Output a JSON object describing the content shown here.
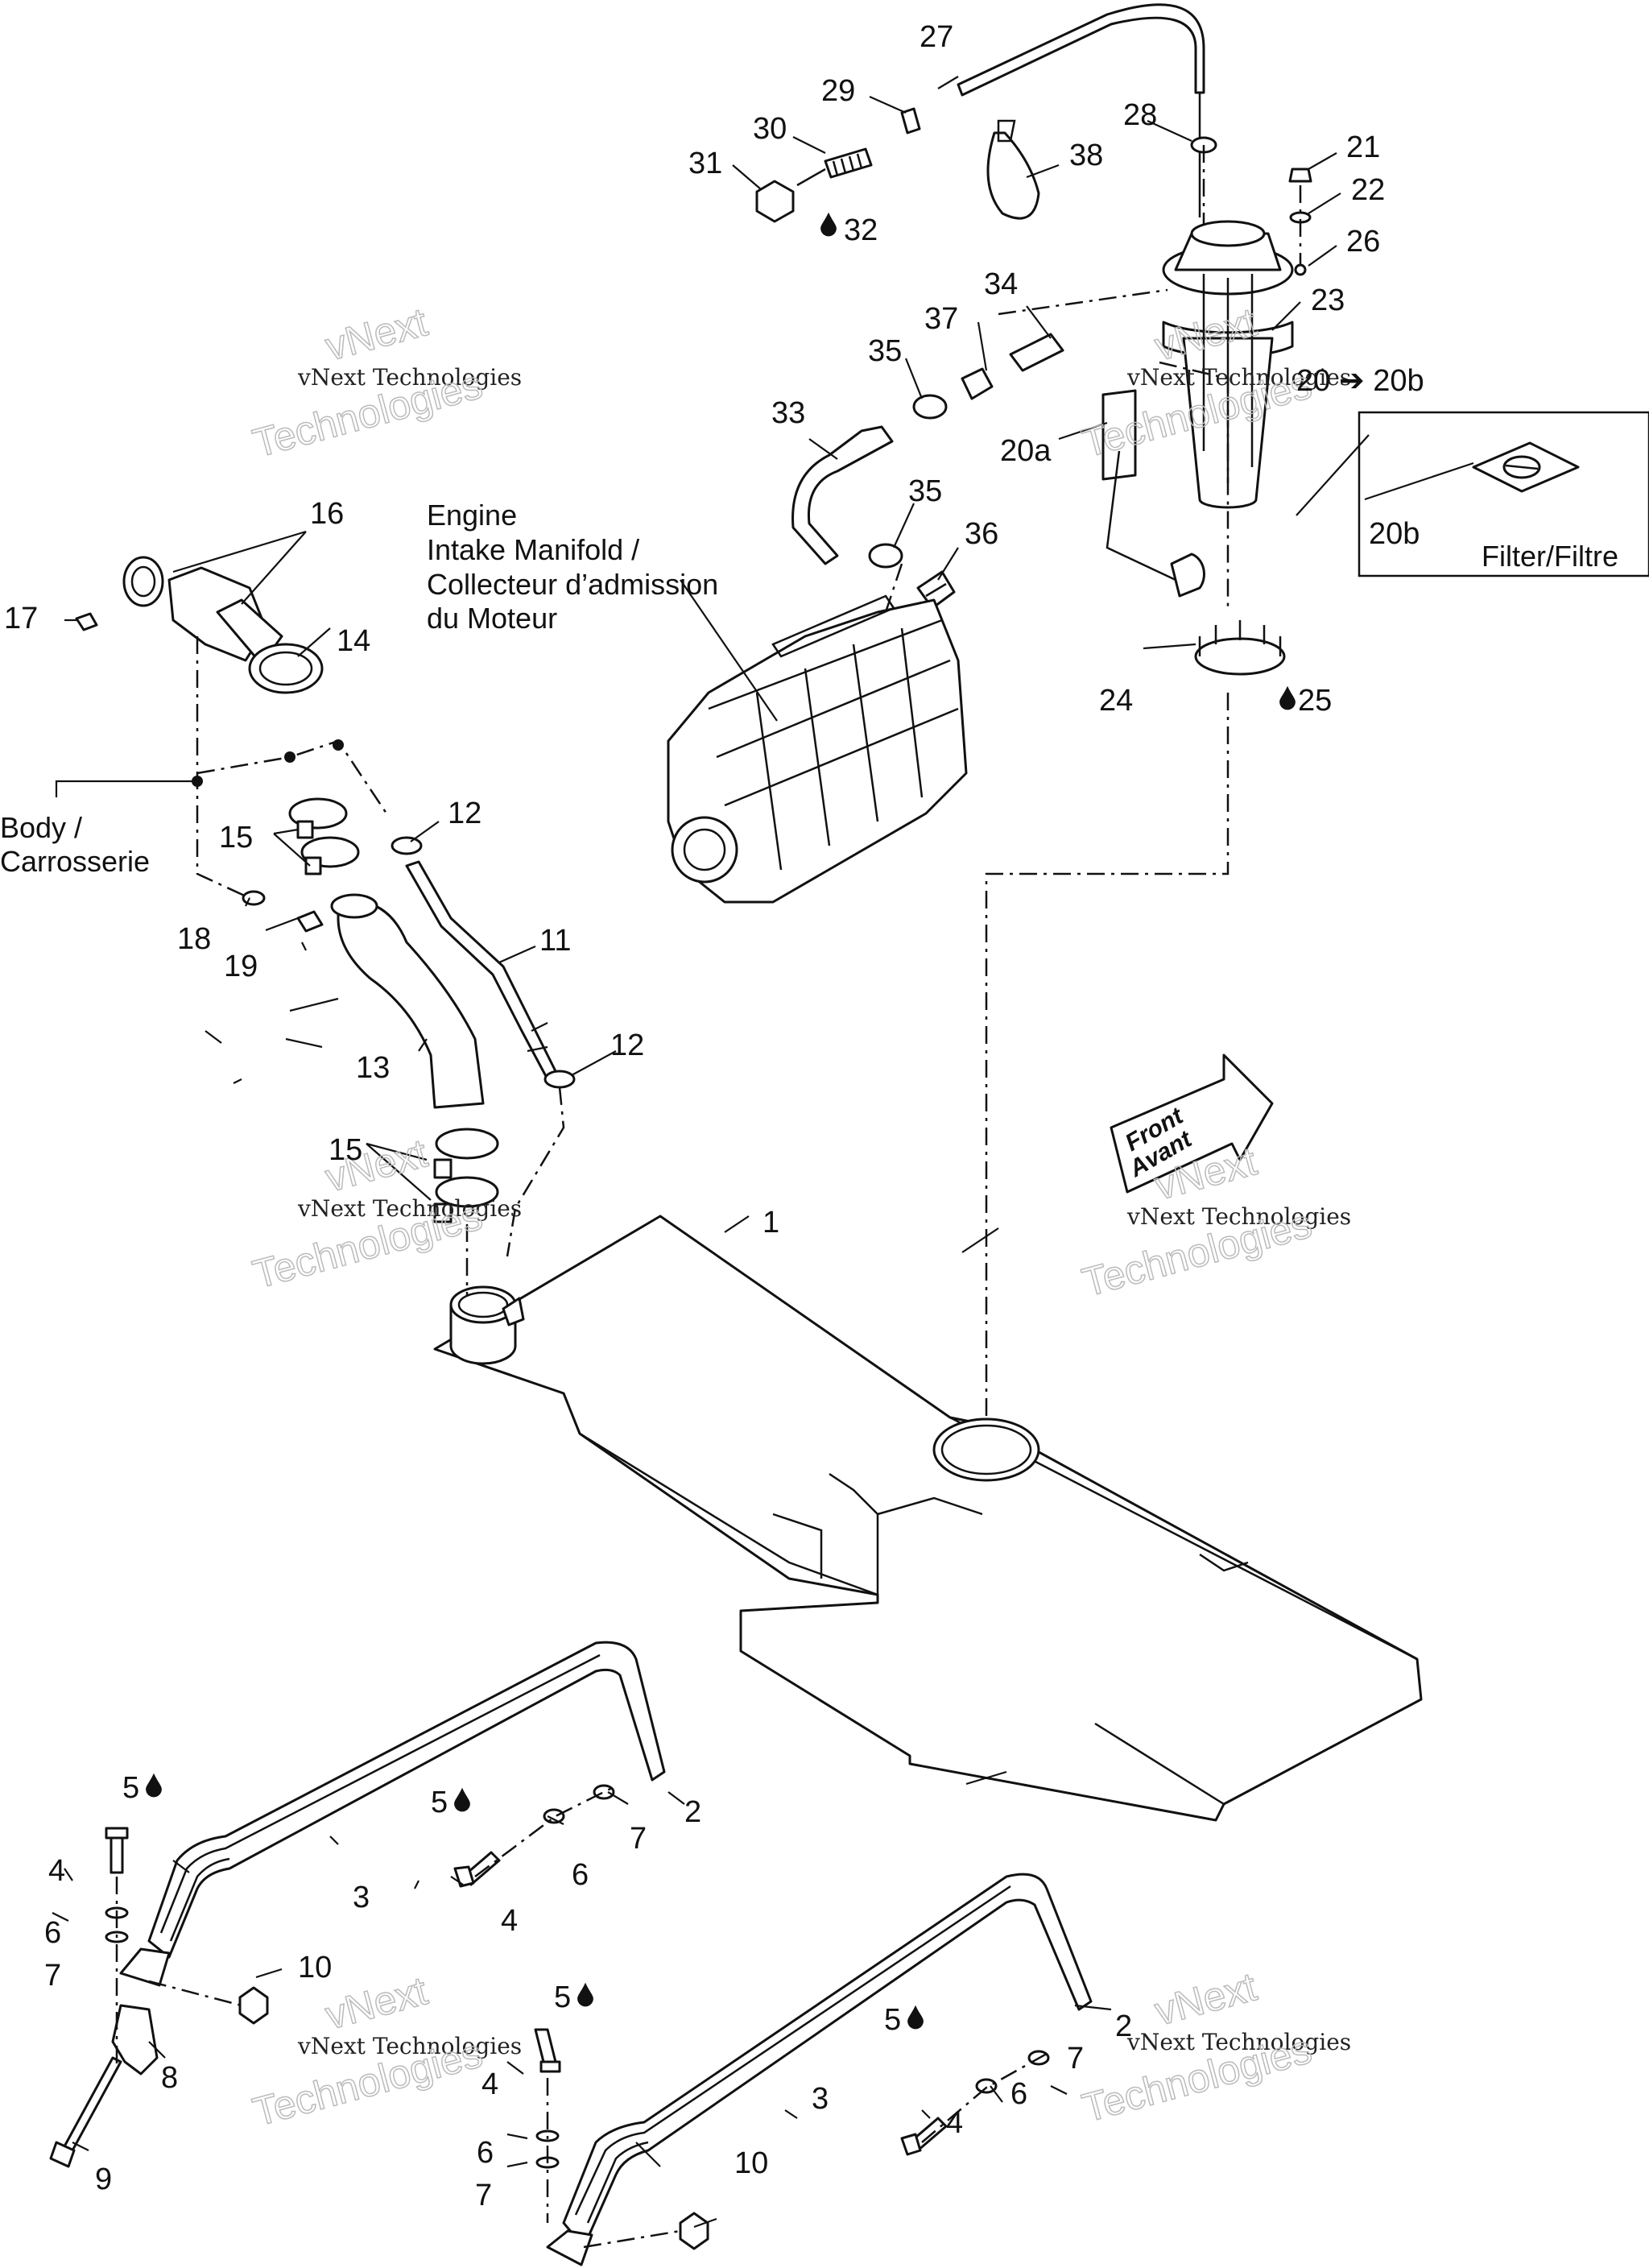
{
  "callouts": {
    "c1": "1",
    "c2a": "2",
    "c2b": "2",
    "c3a": "3",
    "c3b": "3",
    "c4a": "4",
    "c4b": "4",
    "c4c": "4",
    "c4d": "4",
    "c5a": "5",
    "c5b": "5",
    "c5c": "5",
    "c5d": "5",
    "c6a": "6",
    "c6b": "6",
    "c6c": "6",
    "c6d": "6",
    "c7a": "7",
    "c7b": "7",
    "c7c": "7",
    "c7d": "7",
    "c8": "8",
    "c9": "9",
    "c10a": "10",
    "c10b": "10",
    "c11": "11",
    "c12a": "12",
    "c12b": "12",
    "c13": "13",
    "c14": "14",
    "c15a": "15",
    "c15b": "15",
    "c16": "16",
    "c17": "17",
    "c18": "18",
    "c19": "19",
    "c20": "20 ➔ 20b",
    "c20a": "20a",
    "c20b": "20b",
    "c21": "21",
    "c22": "22",
    "c23": "23",
    "c24": "24",
    "c25": "25",
    "c26": "26",
    "c27": "27",
    "c28": "28",
    "c29": "29",
    "c30": "30",
    "c31": "31",
    "c32": "32",
    "c33": "33",
    "c34": "34",
    "c35a": "35",
    "c35b": "35",
    "c36": "36",
    "c37": "37",
    "c38": "38"
  },
  "labels": {
    "engine_line1": "Engine",
    "engine_line2": "Intake Manifold /",
    "engine_line3": "Collecteur d’admission",
    "engine_line4": "du Moteur",
    "body_line1": "Body /",
    "body_line2": "Carrosserie",
    "filter": "Filter/Filtre",
    "front_line1": "Front",
    "front_line2": "Avant"
  },
  "watermark": {
    "line_small": "vNext Technologies",
    "line_big": "Technologies",
    "line_big_top": "vNext"
  },
  "icons": {
    "droplet": "droplet-icon"
  }
}
